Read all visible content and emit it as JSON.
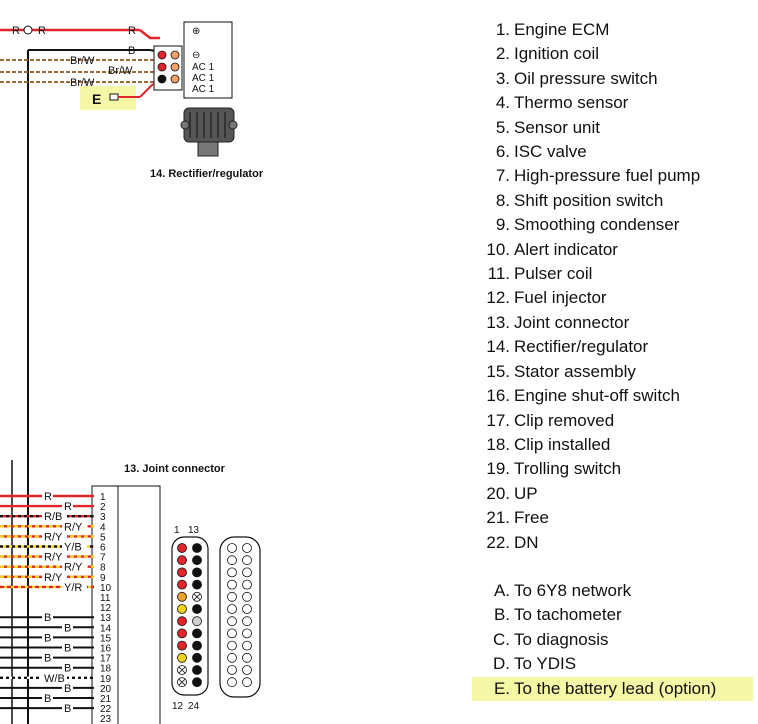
{
  "legend": {
    "numbered": [
      {
        "num": "1.",
        "text": "Engine ECM"
      },
      {
        "num": "2.",
        "text": "Ignition coil"
      },
      {
        "num": "3.",
        "text": "Oil pressure switch"
      },
      {
        "num": "4.",
        "text": "Thermo sensor"
      },
      {
        "num": "5.",
        "text": "Sensor unit"
      },
      {
        "num": "6.",
        "text": "ISC valve"
      },
      {
        "num": "7.",
        "text": "High-pressure fuel pump"
      },
      {
        "num": "8.",
        "text": "Shift position switch"
      },
      {
        "num": "9.",
        "text": "Smoothing condenser"
      },
      {
        "num": "10.",
        "text": "Alert indicator"
      },
      {
        "num": "11.",
        "text": "Pulser coil"
      },
      {
        "num": "12.",
        "text": "Fuel injector"
      },
      {
        "num": "13.",
        "text": "Joint connector"
      },
      {
        "num": "14.",
        "text": "Rectifier/regulator"
      },
      {
        "num": "15.",
        "text": "Stator assembly"
      },
      {
        "num": "16.",
        "text": "Engine shut-off switch"
      },
      {
        "num": "17.",
        "text": "Clip removed"
      },
      {
        "num": "18.",
        "text": "Clip installed"
      },
      {
        "num": "19.",
        "text": "Trolling switch"
      },
      {
        "num": "20.",
        "text": "UP"
      },
      {
        "num": "21.",
        "text": "Free"
      },
      {
        "num": "22.",
        "text": "DN"
      }
    ],
    "lettered": [
      {
        "num": "A.",
        "text": "To 6Y8 network"
      },
      {
        "num": "B.",
        "text": "To tachometer"
      },
      {
        "num": "C.",
        "text": "To diagnosis"
      },
      {
        "num": "D.",
        "text": "To YDIS"
      },
      {
        "num": "E.",
        "text": "To the battery lead (option)"
      }
    ]
  },
  "rectifier": {
    "caption": "14. Rectifier/regulator",
    "terminals": [
      "⊕",
      "⊖",
      "AC 1",
      "AC 1",
      "AC 1"
    ],
    "top_wires": [
      "R",
      "R",
      "R",
      "B"
    ],
    "ac_wires": [
      "Br/W",
      "Br/W",
      "Br/W"
    ],
    "battery_label": "E"
  },
  "joint_connector": {
    "caption": "13. Joint connector",
    "pins": [
      "1",
      "2",
      "3",
      "4",
      "5",
      "6",
      "7",
      "8",
      "9",
      "10",
      "11",
      "12",
      "13",
      "14",
      "15",
      "16",
      "17",
      "18",
      "19",
      "20",
      "21",
      "22",
      "23"
    ],
    "wire_labels": [
      "R",
      "R",
      "R/B",
      "R/Y",
      "R/Y",
      "Y/B",
      "R/Y",
      "R/Y",
      "R/Y",
      "Y/R",
      "",
      "",
      "B",
      "B",
      "B",
      "B",
      "B",
      "B",
      "W/B",
      "B",
      "B",
      "B",
      ""
    ],
    "face_top_labels": [
      "1",
      "13"
    ],
    "face_bottom_labels": [
      "12",
      "24"
    ]
  },
  "colors": {
    "red": "#e0262b",
    "yellow": "#f2d21b",
    "brown": "#9a6a3a",
    "black": "#111111",
    "highlight": "#f4f7a6"
  }
}
